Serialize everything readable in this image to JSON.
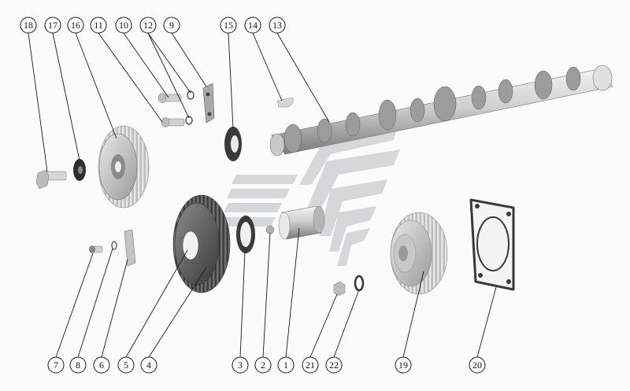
{
  "diagram": {
    "callouts_top": [
      "18",
      "17",
      "16",
      "11",
      "10",
      "12",
      "9",
      "15",
      "14",
      "13"
    ],
    "callouts_bottom": [
      "7",
      "8",
      "6",
      "5",
      "4",
      "3",
      "2",
      "1",
      "21",
      "22",
      "19",
      "20"
    ]
  },
  "colors": {
    "background": "#fbfbfb",
    "part_light": "#d9d9d9",
    "part_dark": "#5a5a5a",
    "gasket": "#4a4a4a",
    "watermark": "#cfd3d3"
  }
}
